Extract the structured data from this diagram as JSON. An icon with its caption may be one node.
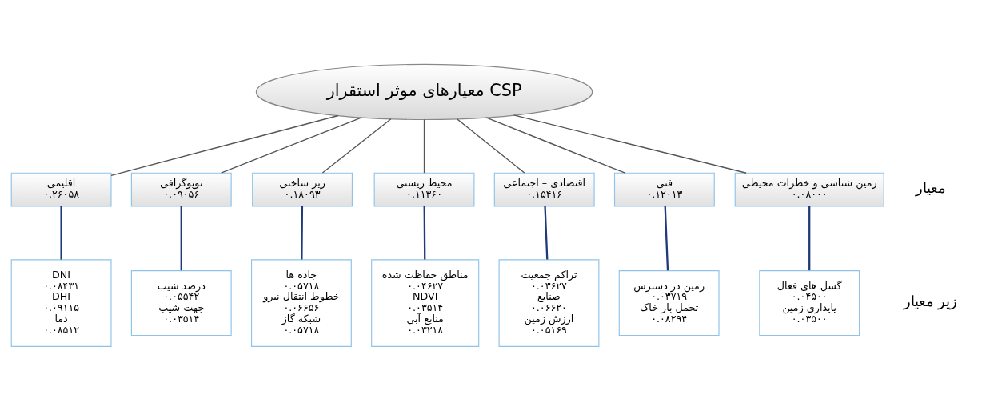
{
  "diagram": {
    "nodes": [
      {
        "text": [
          "معیارهای موثر استقرار CSP"
        ]
      },
      {
        "text": [
          "اقلیمی",
          "۰.۲۶۰۵۸"
        ]
      },
      {
        "text": [
          "توپوگرافی",
          "۰.۰۹۰۵۶"
        ]
      },
      {
        "text": [
          "زیر ساختی",
          "۰.۱۸۰۹۳"
        ]
      },
      {
        "text": [
          "محیط زیستی",
          "۰.۱۱۳۶۰"
        ]
      },
      {
        "text": [
          "اقتصادی – اجتماعی",
          "۰.۱۵۴۱۶"
        ]
      },
      {
        "text": [
          "فنی",
          "۰.۱۲۰۱۳"
        ]
      },
      {
        "text": [
          "زمین شناسی و خطرات محیطی",
          "۰.۰۸۰۰۰"
        ]
      },
      {
        "text": [
          "DNI",
          "۰.۰۸۴۳۱",
          "DHI",
          "۰.۰۹۱۱۵",
          "دما",
          "۰.۰۸۵۱۲"
        ]
      },
      {
        "text": [
          "درصد شیب",
          "۰.۰۵۵۴۲",
          "جهت شیب",
          "۰.۰۳۵۱۴"
        ]
      },
      {
        "text": [
          "جاده ها",
          "۰.۰۵۷۱۸",
          "خطوط انتقال نیرو",
          "۰.۰۶۶۵۶",
          "شبکه گاز",
          "۰.۰۵۷۱۸"
        ]
      },
      {
        "text": [
          "مناطق حفاظت شده",
          "۰.۰۴۶۲۷",
          "NDVI",
          "۰.۰۳۵۱۴",
          "منابع آبی",
          "۰.۰۳۲۱۸"
        ]
      },
      {
        "text": [
          "تراکم جمعیت",
          "۰.۰۳۶۲۷",
          "صنایع",
          "۰.۰۶۶۲۰",
          "ارزش زمین",
          "۰.۰۵۱۶۹"
        ]
      },
      {
        "text": [
          "زمین در دسترس",
          "۰.۰۳۷۱۹",
          "تحمل بار خاک",
          "۰.۰۸۲۹۴"
        ]
      },
      {
        "text": [
          "گسل های فعال",
          "۰.۰۴۵۰۰",
          "پایداری زمین",
          "۰.۰۳۵۰۰"
        ]
      }
    ],
    "edges": [
      {
        "from": 0,
        "to": 1,
        "arrow": "none"
      },
      {
        "from": 0,
        "to": 2,
        "arrow": "none"
      },
      {
        "from": 0,
        "to": 3,
        "arrow": "none"
      },
      {
        "from": 0,
        "to": 4,
        "arrow": "none"
      },
      {
        "from": 0,
        "to": 5,
        "arrow": "none"
      },
      {
        "from": 0,
        "to": 6,
        "arrow": "none"
      },
      {
        "from": 0,
        "to": 7,
        "arrow": "none"
      },
      {
        "from": 1,
        "to": 8,
        "arrow": "none",
        "color": "#1f3a7a"
      },
      {
        "from": 2,
        "to": 9,
        "arrow": "none",
        "color": "#1f3a7a"
      },
      {
        "from": 3,
        "to": 10,
        "arrow": "none",
        "color": "#1f3a7a"
      },
      {
        "from": 4,
        "to": 11,
        "arrow": "none",
        "color": "#1f3a7a"
      },
      {
        "from": 5,
        "to": 12,
        "arrow": "none",
        "color": "#1f3a7a"
      },
      {
        "from": 6,
        "to": 13,
        "arrow": "none",
        "color": "#1f3a7a"
      },
      {
        "from": 7,
        "to": 14,
        "arrow": "none",
        "color": "#1f3a7a"
      }
    ],
    "labels": [
      "معیار",
      "زیر معیار"
    ]
  }
}
